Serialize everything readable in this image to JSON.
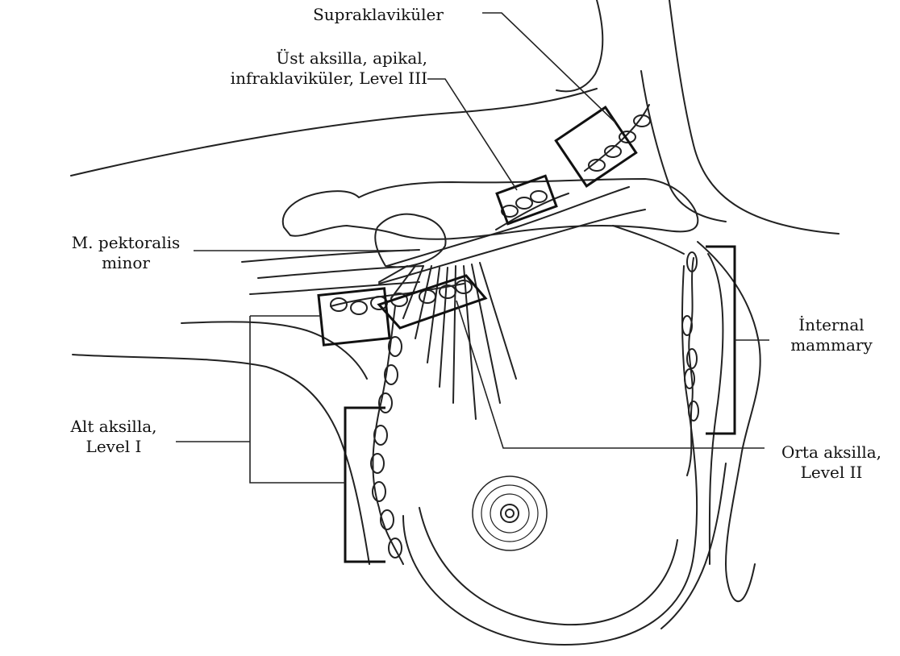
{
  "labels": {
    "supraklavikuler": "Supraklaviküler",
    "level3": {
      "line1": "Üst aksilla, apikal,",
      "line2": "infraklaviküler, Level III"
    },
    "pektoralis": {
      "line1": "M. pektoralis",
      "line2": "minor"
    },
    "level1": {
      "line1": "Alt aksilla,",
      "line2": "Level I"
    },
    "internal": {
      "line1": "İnternal",
      "line2": "mammary"
    },
    "level2": {
      "line1": "Orta aksilla,",
      "line2": "Level II"
    }
  }
}
